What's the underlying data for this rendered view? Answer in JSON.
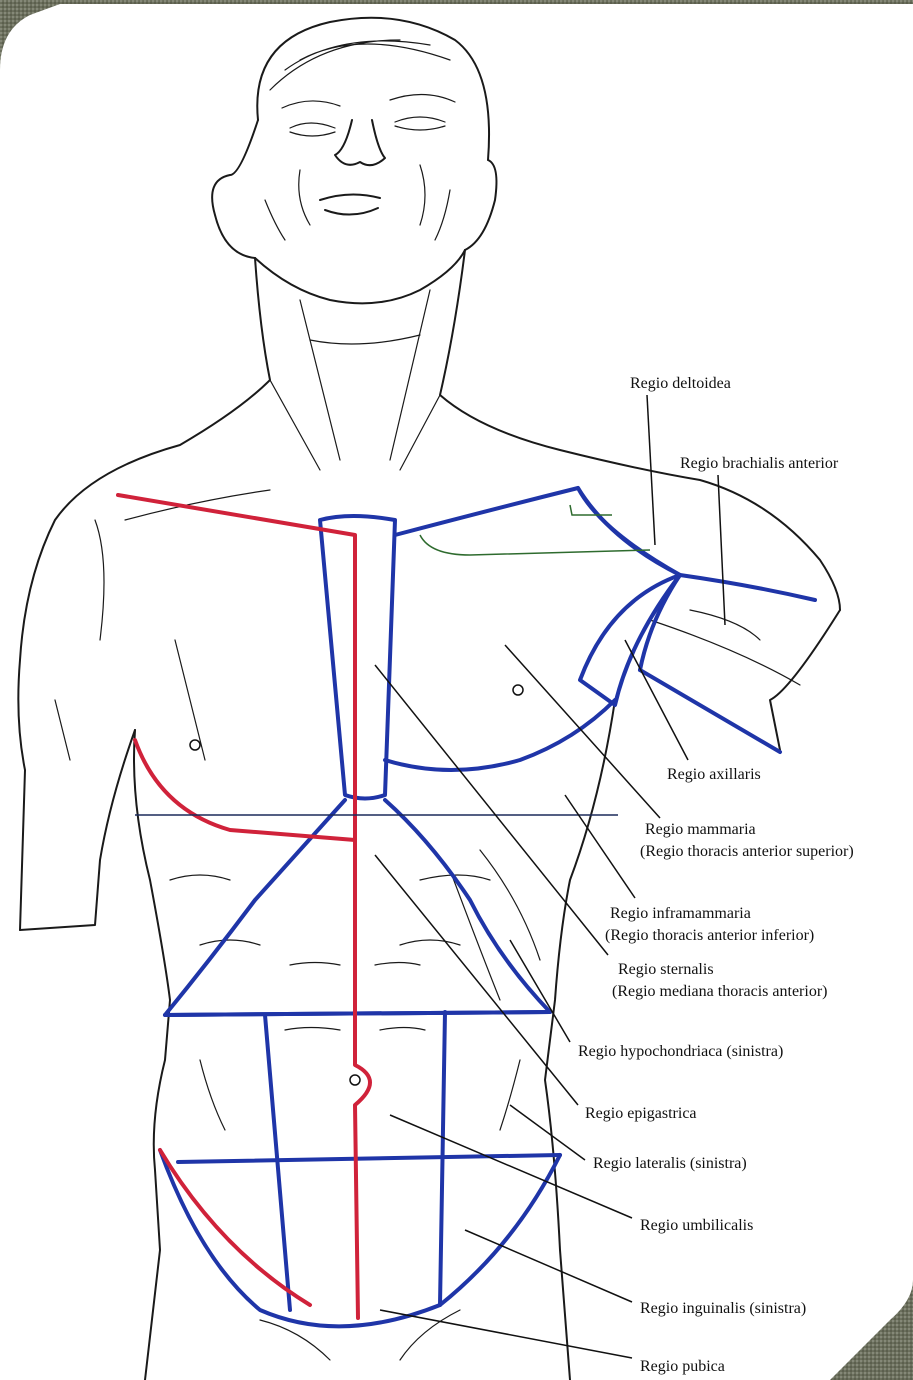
{
  "colors": {
    "region_boundary": "#1f35a8",
    "midline_and_costal": "#d0223a",
    "annotation_green": "#2e6b2e",
    "annotation_navy": "#1b2a5a",
    "background_frame": "#6b6f5c"
  },
  "labels": {
    "deltoidea": "Regio deltoidea",
    "brachialis": "Regio brachialis anterior",
    "axillaris": "Regio axillaris",
    "mammaria_1": "Regio mammaria",
    "mammaria_2": "(Regio thoracis anterior superior)",
    "inframammaria_1": "Regio inframammaria",
    "inframammaria_2": "(Regio thoracis anterior inferior)",
    "sternalis_1": "Regio sternalis",
    "sternalis_2": "(Regio mediana thoracis anterior)",
    "hypochondriaca": "Regio hypochondriaca (sinistra)",
    "epigastrica": "Regio epigastrica",
    "lateralis": "Regio lateralis (sinistra)",
    "umbilicalis": "Regio umbilicalis",
    "inguinalis": "Regio inguinalis (sinistra)",
    "pubica": "Regio pubica"
  }
}
